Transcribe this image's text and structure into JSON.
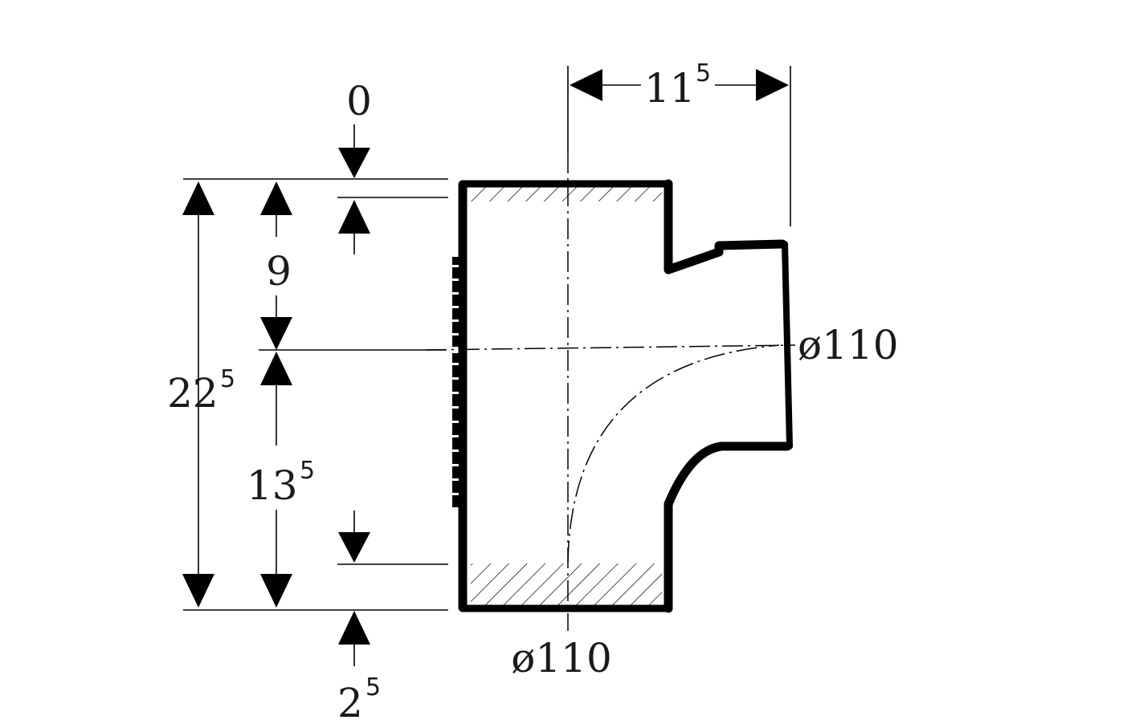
{
  "drawing": {
    "type": "technical-drawing",
    "subject": "pipe-tee-fitting-section",
    "colors": {
      "line": "#000000",
      "text": "#1a1a1a",
      "background": "#ffffff"
    }
  },
  "dimensions": {
    "top_offset": {
      "value": "0"
    },
    "upper_height": {
      "value": "9"
    },
    "total_height": {
      "value": "22",
      "sup": "5"
    },
    "lower_height": {
      "value": "13",
      "sup": "5"
    },
    "bottom_offset": {
      "value": "2",
      "sup": "5"
    },
    "branch_width": {
      "value": "11",
      "sup": "5"
    },
    "branch_diameter": {
      "value": "ø110"
    },
    "main_diameter": {
      "value": "ø110"
    }
  }
}
